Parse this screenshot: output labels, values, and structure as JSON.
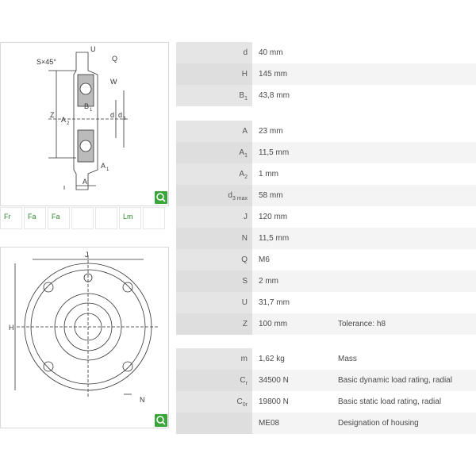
{
  "diagram_section": {
    "labels": {
      "s45": "S×45°",
      "u": "U",
      "q": "Q",
      "w": "W",
      "z": "Z",
      "b1": "B",
      "b1_sub": "1",
      "a2": "A",
      "a2_sub": "2",
      "d": "d",
      "d3": "d",
      "d3_sub": "3",
      "a1": "A",
      "a1_sub": "1",
      "a": "A"
    }
  },
  "diagram_front": {
    "labels": {
      "j": "J",
      "h": "H",
      "n": "N"
    }
  },
  "icons": [
    {
      "name": "radial-load-icon",
      "text": "Fr"
    },
    {
      "name": "axial-load-left-icon",
      "text": "Fa"
    },
    {
      "name": "axial-load-both-icon",
      "text": "Fa"
    },
    {
      "name": "misalignment-icon",
      "text": ""
    },
    {
      "name": "angle-icon",
      "text": ""
    },
    {
      "name": "lubrication-icon",
      "text": "Lm"
    },
    {
      "name": "seal-icon",
      "text": ""
    }
  ],
  "table1": [
    {
      "label": "d",
      "value": "40  mm"
    },
    {
      "label": "H",
      "value": "145  mm"
    },
    {
      "label": "B",
      "sub": "1",
      "value": "43,8  mm"
    }
  ],
  "table2": [
    {
      "label": "A",
      "value": "23  mm"
    },
    {
      "label": "A",
      "sub": "1",
      "value": "11,5  mm"
    },
    {
      "label": "A",
      "sub": "2",
      "value": "1  mm"
    },
    {
      "label": "d",
      "sub": "3 max",
      "value": "58  mm"
    },
    {
      "label": "J",
      "value": "120  mm"
    },
    {
      "label": "N",
      "value": "11,5  mm"
    },
    {
      "label": "Q",
      "value": "M6"
    },
    {
      "label": "S",
      "value": "2  mm"
    },
    {
      "label": "U",
      "value": "31,7  mm"
    },
    {
      "label": "Z",
      "value": "100  mm",
      "desc": "Tolerance: h8"
    }
  ],
  "table3": [
    {
      "label": "m",
      "value": "1,62  kg",
      "desc": "Mass"
    },
    {
      "label": "C",
      "sub": "r",
      "value": "34500  N",
      "desc": "Basic dynamic load rating, radial"
    },
    {
      "label": "C",
      "sub": "0r",
      "value": "19800  N",
      "desc": "Basic static load rating, radial"
    },
    {
      "label": "",
      "value": "ME08",
      "desc": "Designation of housing"
    }
  ],
  "colors": {
    "zoom": "#3aa53a",
    "label_bg": "#e5e5e5",
    "row_alt": "#f4f4f4"
  }
}
